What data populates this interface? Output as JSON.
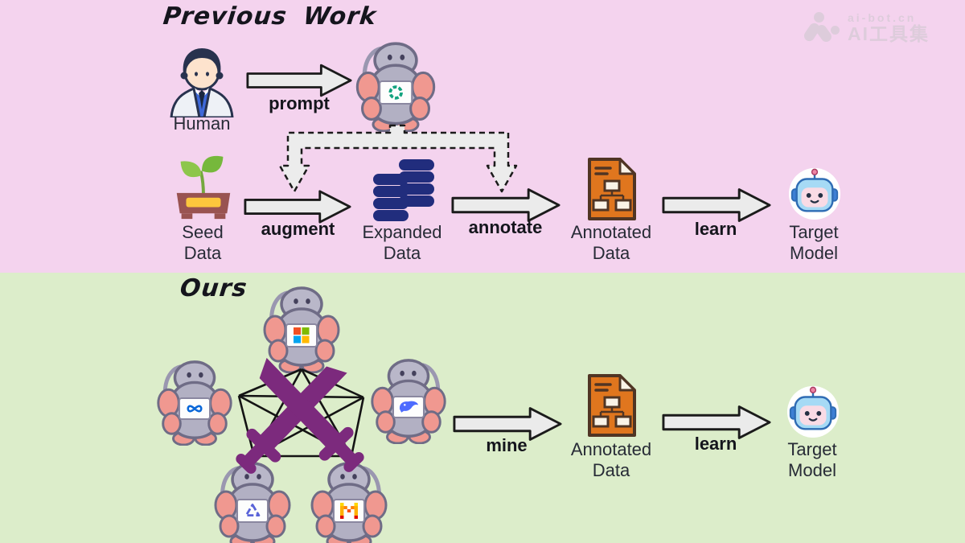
{
  "colors": {
    "top_background": "#f4d3ee",
    "bottom_background": "#dcedca",
    "arrow_fill": "#ebebeb",
    "arrow_outline": "#1b1b1b",
    "sword_purple": "#7c2a7d",
    "database_navy": "#212d7d",
    "document_orange": "#e0761e",
    "target_model_blue": "#a6daf5",
    "robot_gray": "#b2b0c3",
    "robot_pink": "#f09890",
    "label_dark": "#272b36"
  },
  "icons": {
    "human": "person-in-lab-coat",
    "llm_robot": "robot-with-logo-chest",
    "seed_data": "sprout-in-planter",
    "expanded_data": "database-stack",
    "annotated_data": "document-with-flowchart",
    "target_model": "cute-robot-face",
    "center": "crossed-swords",
    "watermark_logo": "ai-bot-paw"
  },
  "watermark": {
    "site": "ai-bot.cn",
    "brand": "AI工具集"
  },
  "previous_work": {
    "title": "Previous Work",
    "nodes": {
      "human": {
        "label": "Human"
      },
      "llm_robot": {
        "logo": "openai"
      },
      "seed_data": {
        "label": "Seed Data"
      },
      "expanded_data": {
        "label": "Expanded Data"
      },
      "annotated_data": {
        "label": "Annotated Data"
      },
      "target_model": {
        "label": "Target Model"
      }
    },
    "edges": {
      "prompt": "prompt",
      "augment": "augment",
      "annotate": "annotate",
      "learn": "learn"
    }
  },
  "ours": {
    "title": "Ours",
    "robots": [
      {
        "logo": "microsoft"
      },
      {
        "logo": "meta"
      },
      {
        "logo": "deepseek"
      },
      {
        "logo": "qwen"
      },
      {
        "logo": "mistral"
      }
    ],
    "center_icon": "crossed-swords",
    "nodes": {
      "annotated_data": {
        "label": "Annotated Data"
      },
      "target_model": {
        "label": "Target Model"
      }
    },
    "edges": {
      "mine": "mine",
      "learn": "learn"
    }
  }
}
